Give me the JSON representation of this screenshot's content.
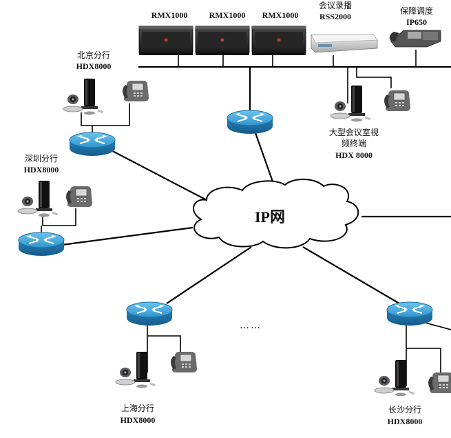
{
  "network": {
    "cloud_label": "IP网",
    "ellipsis": "……"
  },
  "top_devices": [
    {
      "label": "RMX1000"
    },
    {
      "label": "RMX1000"
    },
    {
      "label": "RMX1000"
    }
  ],
  "recorder": {
    "line1": "会议录播",
    "line2": "RSS2000"
  },
  "gateway": {
    "line1": "保障调度",
    "line2": "IP650"
  },
  "main_terminal": {
    "line1": "大型会议室视",
    "line2": "频终端",
    "line3": "HDX 8000"
  },
  "branches": {
    "beijing": {
      "name": "北京分行",
      "model": "HDX8000"
    },
    "shenzhen": {
      "name": "深圳分行",
      "model": "HDX8000"
    },
    "shanghai": {
      "name": "上海分行",
      "model": "HDX8000"
    },
    "changsha": {
      "name": "长沙分行",
      "model": "HDX8000"
    }
  },
  "colors": {
    "router_top": "#3aa3d6",
    "router_side": "#1d6ea3",
    "server_dark": "#2b2b2b",
    "recorder_silver": "#d4d4d4"
  }
}
